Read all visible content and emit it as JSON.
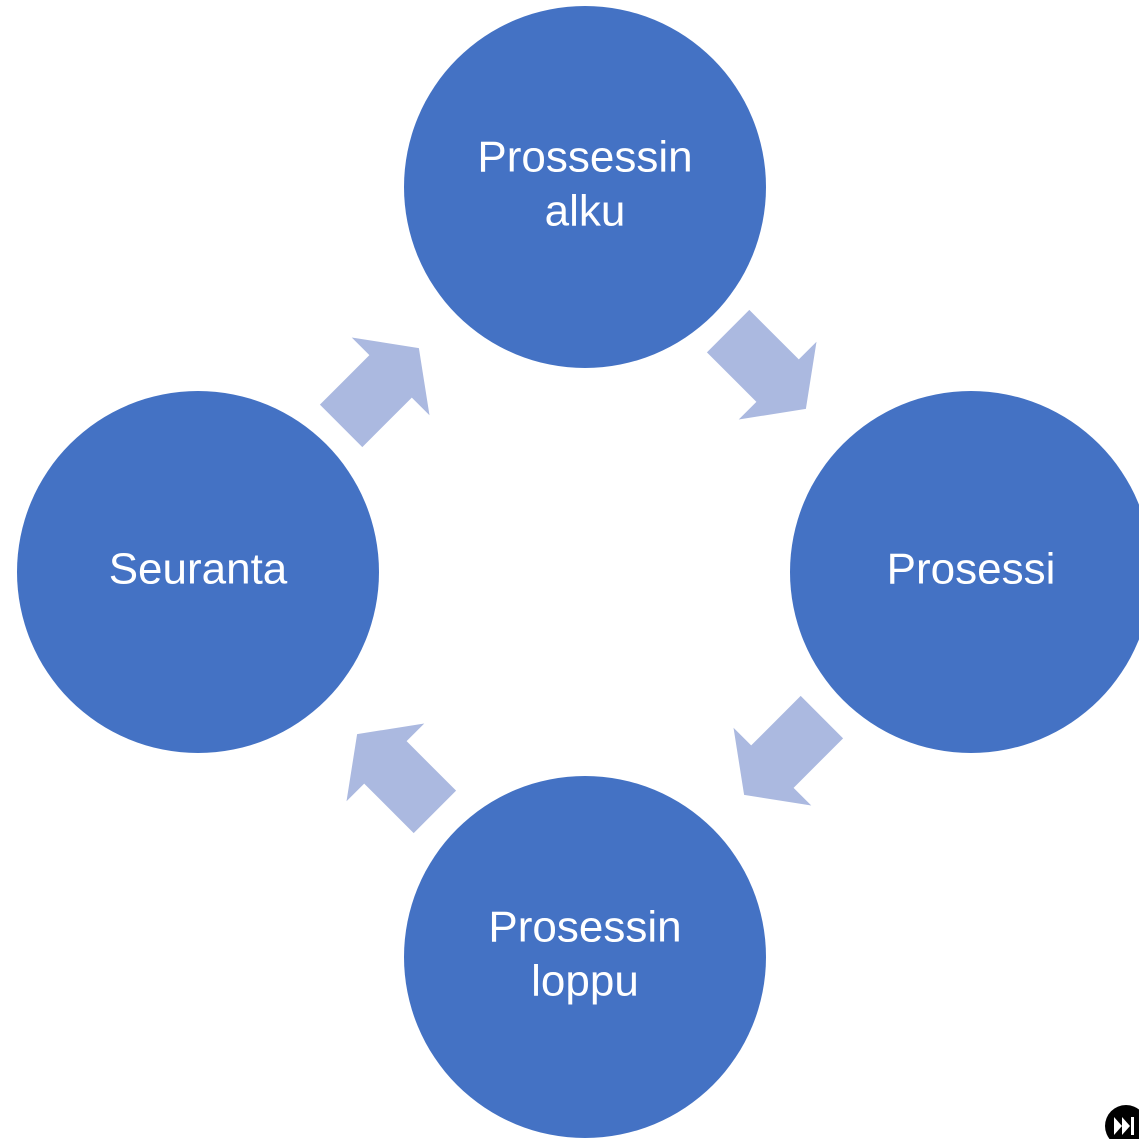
{
  "diagram": {
    "type": "cycle",
    "colors": {
      "node": "#4472C4",
      "arrow": "#ABB9E0",
      "text": "#FFFFFF",
      "corner_icon": "#000000"
    },
    "nodes": [
      {
        "id": "top",
        "lines": [
          "Prossessin",
          "alku"
        ]
      },
      {
        "id": "right",
        "lines": [
          "Prosessi"
        ]
      },
      {
        "id": "bottom",
        "lines": [
          "Prosessin",
          "loppu"
        ]
      },
      {
        "id": "left",
        "lines": [
          "Seuranta"
        ]
      }
    ],
    "arrows": [
      {
        "from": "top",
        "to": "right"
      },
      {
        "from": "right",
        "to": "bottom"
      },
      {
        "from": "bottom",
        "to": "left"
      },
      {
        "from": "left",
        "to": "top"
      }
    ]
  },
  "corner_icon": {
    "name": "play-skip-icon"
  }
}
